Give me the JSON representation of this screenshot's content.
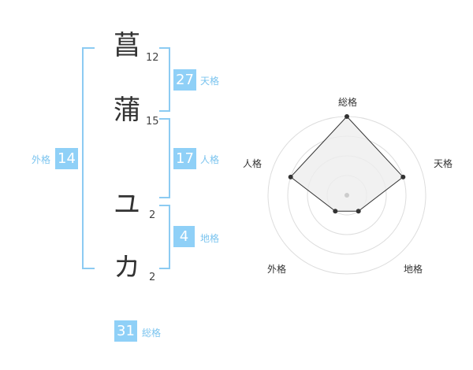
{
  "name_chars": [
    {
      "char": "菖",
      "strokes": "12"
    },
    {
      "char": "蒲",
      "strokes": "15"
    },
    {
      "char": "ユ",
      "strokes": "2"
    },
    {
      "char": "カ",
      "strokes": "2"
    }
  ],
  "fortunes": {
    "tenkaku": {
      "value": "27",
      "label": "天格"
    },
    "jinkaku": {
      "value": "17",
      "label": "人格"
    },
    "chikaku": {
      "value": "4",
      "label": "地格"
    },
    "gaikaku": {
      "value": "14",
      "label": "外格"
    },
    "soukaku": {
      "value": "31",
      "label": "総格"
    }
  },
  "chart_data": {
    "type": "radar",
    "axes": [
      "総格",
      "天格",
      "地格",
      "外格",
      "人格"
    ],
    "values": [
      4,
      3,
      1,
      1,
      3
    ],
    "max": 4,
    "rings": 4,
    "colors": {
      "ring": "#dddddd",
      "fill": "#eeeeee",
      "line": "#333333",
      "point": "#333333",
      "center": "#cccccc"
    }
  }
}
